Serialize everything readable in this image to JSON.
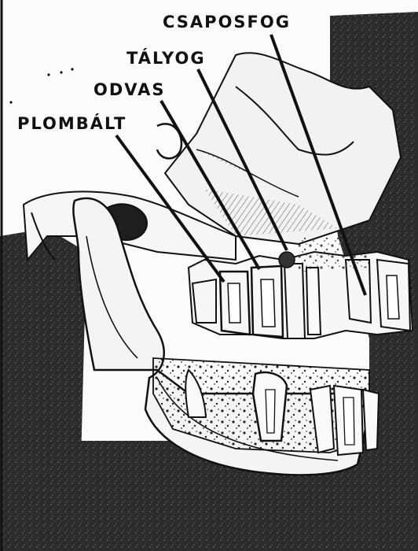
{
  "figure": {
    "labels": {
      "csaposfog": "CSAPOSFOG",
      "talyog": "TÁLYOG",
      "odvas": "ODVAS",
      "plombalt": "PLOMBÁLT"
    },
    "colors": {
      "paper": "#fbfbfb",
      "ink": "#111111",
      "shadow": "#2e2e2e",
      "bone": "#f4f4f4"
    }
  }
}
